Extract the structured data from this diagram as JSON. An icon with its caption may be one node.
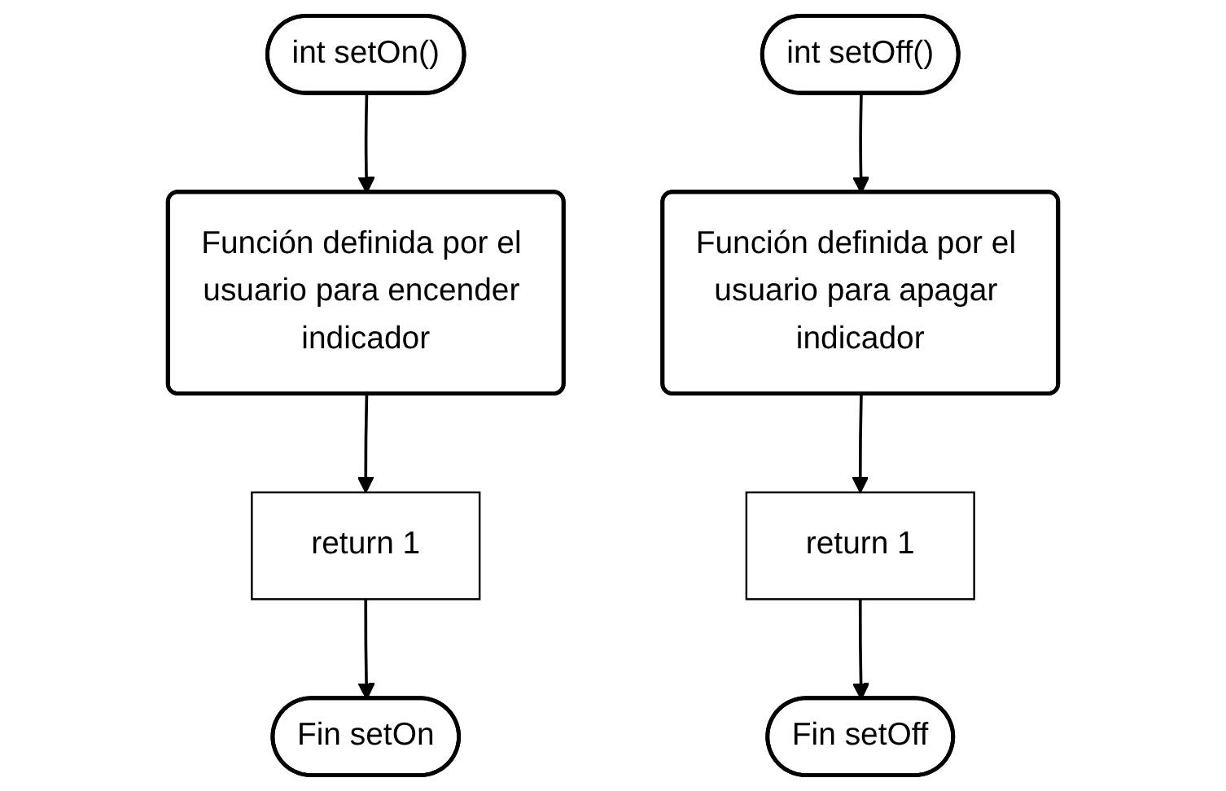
{
  "diagram": {
    "nodes": [
      {
        "text": [
          "int setOn()"
        ]
      },
      {
        "text": [
          "Función definida por el usuario para encender indicador"
        ]
      },
      {
        "text": [
          "return 1"
        ]
      },
      {
        "text": [
          "Fin setOn"
        ]
      },
      {
        "text": [
          "int setOff()"
        ]
      },
      {
        "text": [
          "Función definida por el usuario para apagar indicador"
        ]
      },
      {
        "text": [
          "return 1"
        ]
      },
      {
        "text": [
          "Fin setOff"
        ]
      }
    ],
    "edges": [
      {
        "from": 0,
        "to": 1,
        "arrow": "to"
      },
      {
        "from": 1,
        "to": 2,
        "arrow": "to"
      },
      {
        "from": 2,
        "to": 3,
        "arrow": "to"
      },
      {
        "from": 4,
        "to": 5,
        "arrow": "to"
      },
      {
        "from": 5,
        "to": 6,
        "arrow": "to"
      },
      {
        "from": 6,
        "to": 7,
        "arrow": "to"
      }
    ]
  }
}
